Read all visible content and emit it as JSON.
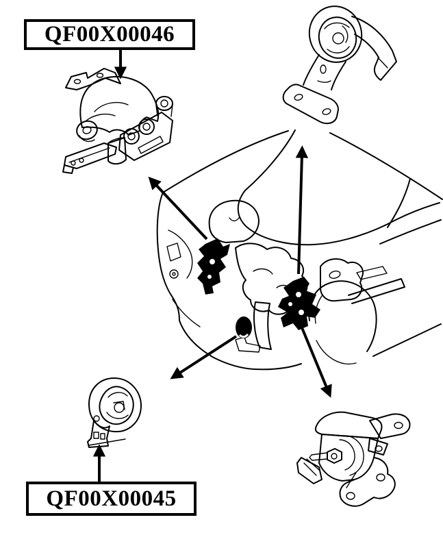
{
  "diagram": {
    "background_color": "#ffffff",
    "line_color": "#000000",
    "callouts": [
      {
        "position": "top-left",
        "part_code": "QF00X00046"
      },
      {
        "position": "bottom-left",
        "part_code": "QF00X00045"
      }
    ],
    "figures": [
      {
        "id": "top-left-engine-mount-drawing"
      },
      {
        "id": "top-right-engine-mount-drawing"
      },
      {
        "id": "vehicle-front-three-quarter-drawing"
      },
      {
        "id": "bottom-left-engine-mount-drawing"
      },
      {
        "id": "bottom-right-engine-mount-drawing"
      }
    ]
  }
}
